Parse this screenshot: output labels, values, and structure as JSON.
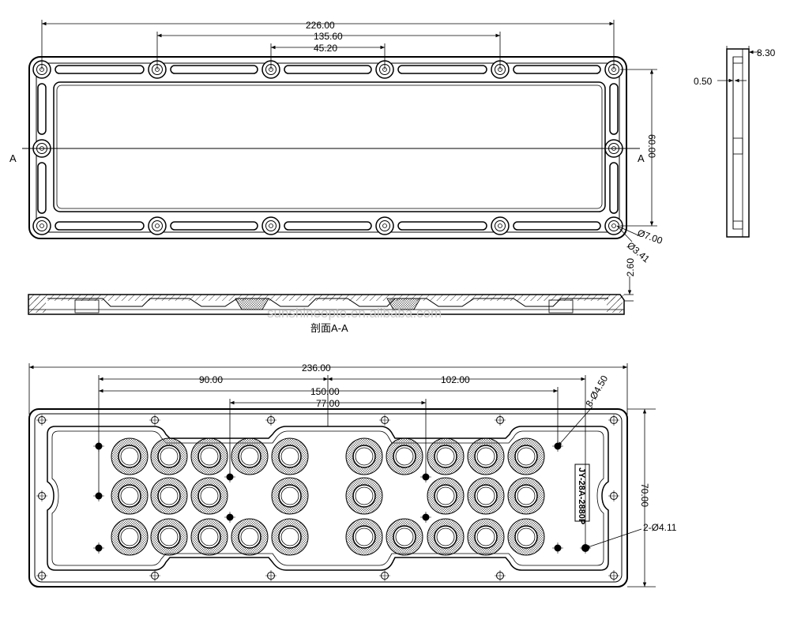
{
  "colors": {
    "line": "#000000",
    "watermark": "#c8c8c8",
    "hatch": "#000000"
  },
  "top_view": {
    "section_marker": "A",
    "dims": {
      "overall_width": "226.00",
      "pitch_135": "135.60",
      "pitch_45": "45.20",
      "height": "60.00",
      "hole_outer": "Ø7.00",
      "hole_inner": "Ø3.41"
    }
  },
  "side_view": {
    "dims": {
      "thickness": "8.30",
      "step": "0.50"
    }
  },
  "section_view": {
    "title": "剖面A-A",
    "dims": {
      "depth": "2.60"
    }
  },
  "bottom_view": {
    "part_label": "JY-28A-2880P",
    "dims": {
      "overall_width": "236.00",
      "left_span": "90.00",
      "right_span": "102.00",
      "mid_span": "150.00",
      "inner_span": "77.00",
      "height": "70.00",
      "holes_8": "8-Ø4.50",
      "holes_2": "2-Ø4.11"
    }
  },
  "watermark": "sunshineopto.en.alibaba.com"
}
